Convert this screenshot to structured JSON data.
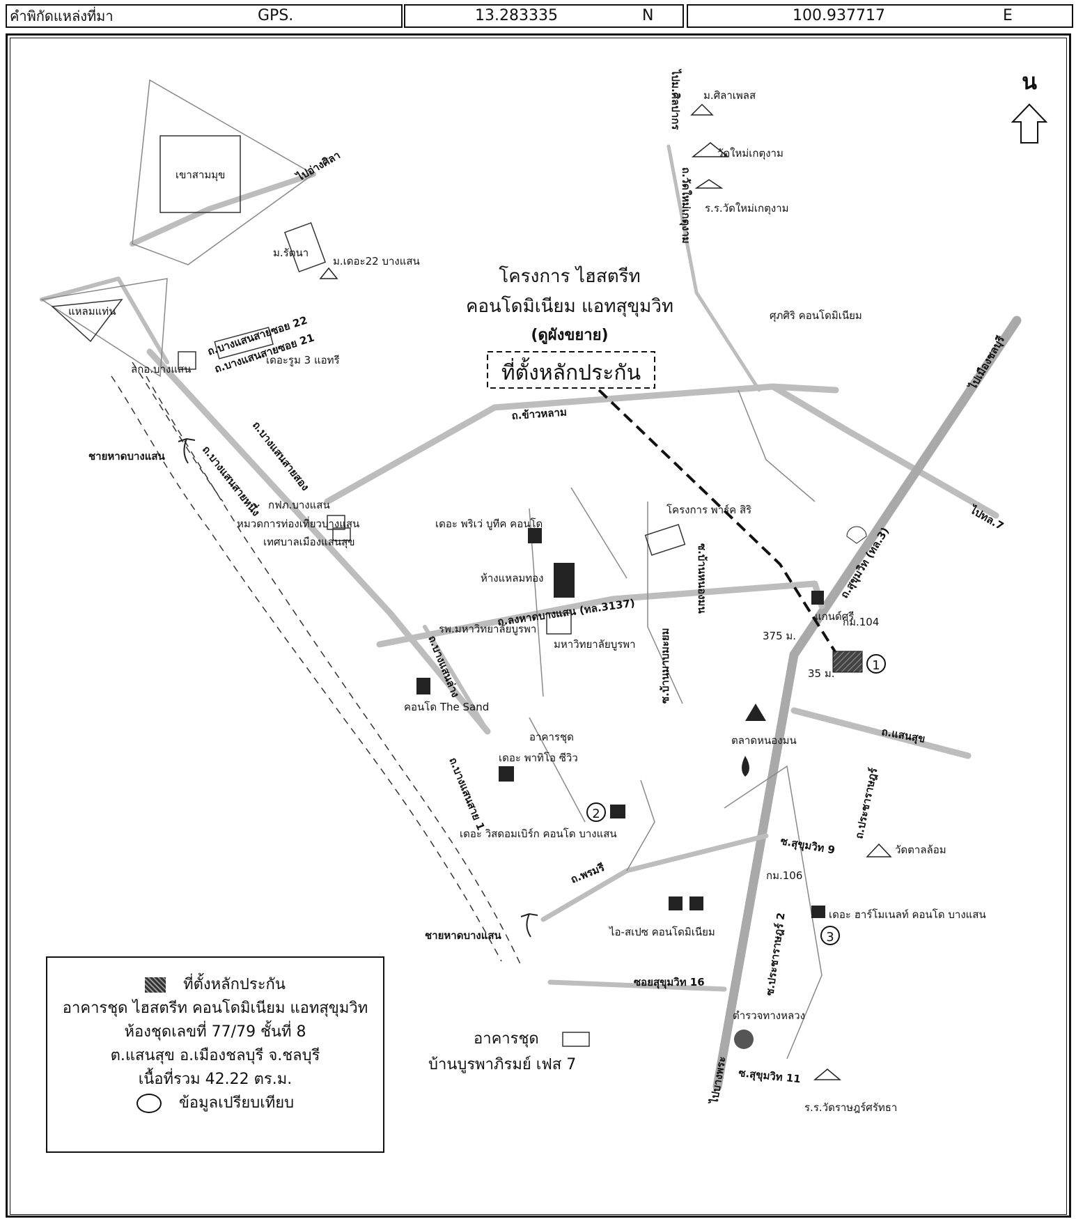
{
  "header": {
    "source_label": "คำพิกัดแหล่งที่มา",
    "method": "GPS.",
    "lat": "13.283335",
    "lat_dir": "N",
    "lon": "100.937717",
    "lon_dir": "E"
  },
  "map": {
    "north_label": "น",
    "project_title_1": "โครงการ ไฮสตรีท",
    "project_title_2": "คอนโดมิเนียม แอทสุขุมวิท",
    "project_title_3": "(ดูผังขยาย)",
    "collateral_box": "ที่ตั้งหลักประกัน",
    "labels": {
      "khao_sam_muk": "เขาสามมุข",
      "laem_thaen": "แหลมแท่น",
      "to_ang_sila": "ไปอ่างศิลา",
      "m_rattana": "ม.รัตนา",
      "m_the22": "ม.เดอะ22 บางแสน",
      "rd_bangsaen_sai_22": "ถ.บางแสนสายซอย 22",
      "rd_bangsaen_sai_21": "ถ.บางแสนสายซอย 21",
      "the_room3": "เดอะรูม 3 แอทรี",
      "kko_bangsaen": "ลกอ.บางแสน",
      "rd_bangsaen_sai_song": "ถ.บางแสนสายสอง",
      "rd_bangsaen_sai_nueng": "ถ.บางแสนสายหนึ่ง",
      "beach_1": "ชายหาดบางแสน",
      "beach_2": "ชายหาดบางแสน",
      "rd_khao_lam": "ถ.ข้าวหลาม",
      "to_silpakorn": "ไปม.ศิลปากร",
      "m_silpakorn": "ม.ศิลาเพลส",
      "wat_mai": "วัดใหม่เกตุงาม",
      "school_wat_mai": "ร.ร.วัดใหม่เกตุงาม",
      "rd_wat_mai": "ถ.วัดใหม่เกตุงาม",
      "suksiri": "ศุภศิริ คอนโดมิเนียม",
      "to_chonburi": "ไปเมืองชลบุรี",
      "to_highway7": "ไปทล.7",
      "rd_sukhumvit_tl3": "ถ.สุขุมวิท (ทล.3)",
      "kfs_bangsaen": "กฟภ.บางแสน",
      "tourism": "หมวดการท่องเที่ยวบางแสน",
      "municipal": "เทศบาลเมืองแสนสุข",
      "the_private": "เดอะ พริเว่ บูทีค คอนโด",
      "park_siri": "โครงการ พาร์ค สิริ",
      "laem_thong": "ห้างแหลมทอง",
      "rd_long_had": "ถ.ลงหาดบางแสน (ทล.3137)",
      "buu_hospital": "รพ.มหาวิทยาลัยบูรพา",
      "buu": "มหาวิทยาลัยบูรพา",
      "soi_ban_nong": "ซ.บ้านหนองมน",
      "soi_ban_mai": "ซ.บ้านมาบมะยม",
      "kaeng_kae": "แกนด์ศรี",
      "km104": "กม.104",
      "dist_375": "375 ม.",
      "dist_35": "35 ม.",
      "the_sand": "คอนโด The Sand",
      "rd_bangsaen_lang": "ถ.บางแสนล่าง",
      "market": "ตลาดหนองมน",
      "rd_saensuk": "ถ.แสนสุข",
      "condo_patio_1": "อาคารชุด",
      "condo_patio_2": "เดอะ พาทิโอ ซีวิว",
      "rd_bangsaen_sai_1": "ถ.บางแสนสาย 1",
      "wisdom": "เดอะ วิสดอมเบิร์ก คอนโด บางแสน",
      "rd_phrom": "ถ.พรมรี",
      "soi_sukhumvit9": "ซ.สุขุมวิท 9",
      "rd_prachasuk": "ถ.ประชาราษฎร์",
      "wat_tan_lom": "วัดตาลล้อม",
      "km106": "กม.106",
      "harmony": "เดอะ ฮาร์โมเนลท์ คอนโด บางแสน",
      "ispace": "ไอ-สเปซ คอนโดมิเนียม",
      "soi_prachasuk2": "ซ.ประชาราษฎร์ 2",
      "soi_sukhumvit16": "ซอยสุขุมวิท 16",
      "police": "ตำรวจทางหลวง",
      "to_bang_phra": "ไปบางพระ",
      "soi_sukhumvit11": "ซ.สุขุมวิท 11",
      "school_wat_rat": "ร.ร.วัดราษฎร์ศรัทธา",
      "burapha_1": "อาคารชุด",
      "burapha_2": "บ้านบูรพาภิรมย์ เฟส 7",
      "marker_1": "1",
      "marker_2": "2",
      "marker_3": "3"
    }
  },
  "legend": {
    "collateral": "ที่ตั้งหลักประกัน",
    "line1": "อาคารชุด ไฮสตรีท คอนโดมิเนียม แอทสุขุมวิท",
    "line2": "ห้องชุดเลขที่ 77/79 ชั้นที่ 8",
    "line3": "ต.แสนสุข อ.เมืองชลบุรี จ.ชลบุรี",
    "line4": "เนื้อที่รวม 42.22 ตร.ม.",
    "comparison": "ข้อมูลเปรียบเทียบ"
  }
}
